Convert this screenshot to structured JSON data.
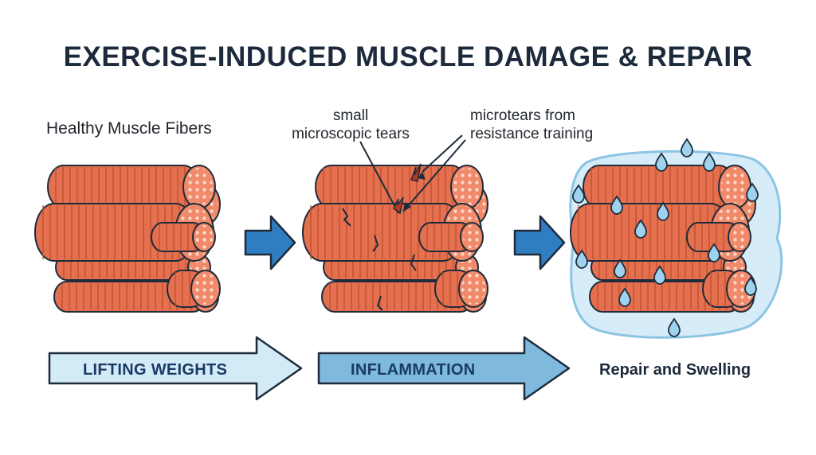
{
  "title": "EXERCISE-INDUCED MUSCLE DAMAGE & REPAIR",
  "labels": {
    "healthy": "Healthy Muscle Fibers",
    "small_line1": "small",
    "small_line2": "microscopic tears",
    "micro_line1": "microtears from",
    "micro_line2": "resistance training",
    "repair": "Repair and Swelling"
  },
  "process_arrows": [
    {
      "label": "LIFTING WEIGHTS"
    },
    {
      "label": "INFLAMMATION"
    }
  ],
  "icons": [
    "muscle-bundle-icon",
    "step-arrow-icon",
    "process-arrow-icon",
    "water-droplet-icon"
  ],
  "colors": {
    "muscle": "#e5704f",
    "muscle_dark": "#c0512f",
    "muscle_end": "#f08a6a",
    "outline": "#1e2b3a",
    "step_arrow": "#2f7ec1",
    "process_arrow_fill": "#d3ebf7",
    "droplet": "#9fd2ee",
    "swelling": "#d6ecf8"
  }
}
